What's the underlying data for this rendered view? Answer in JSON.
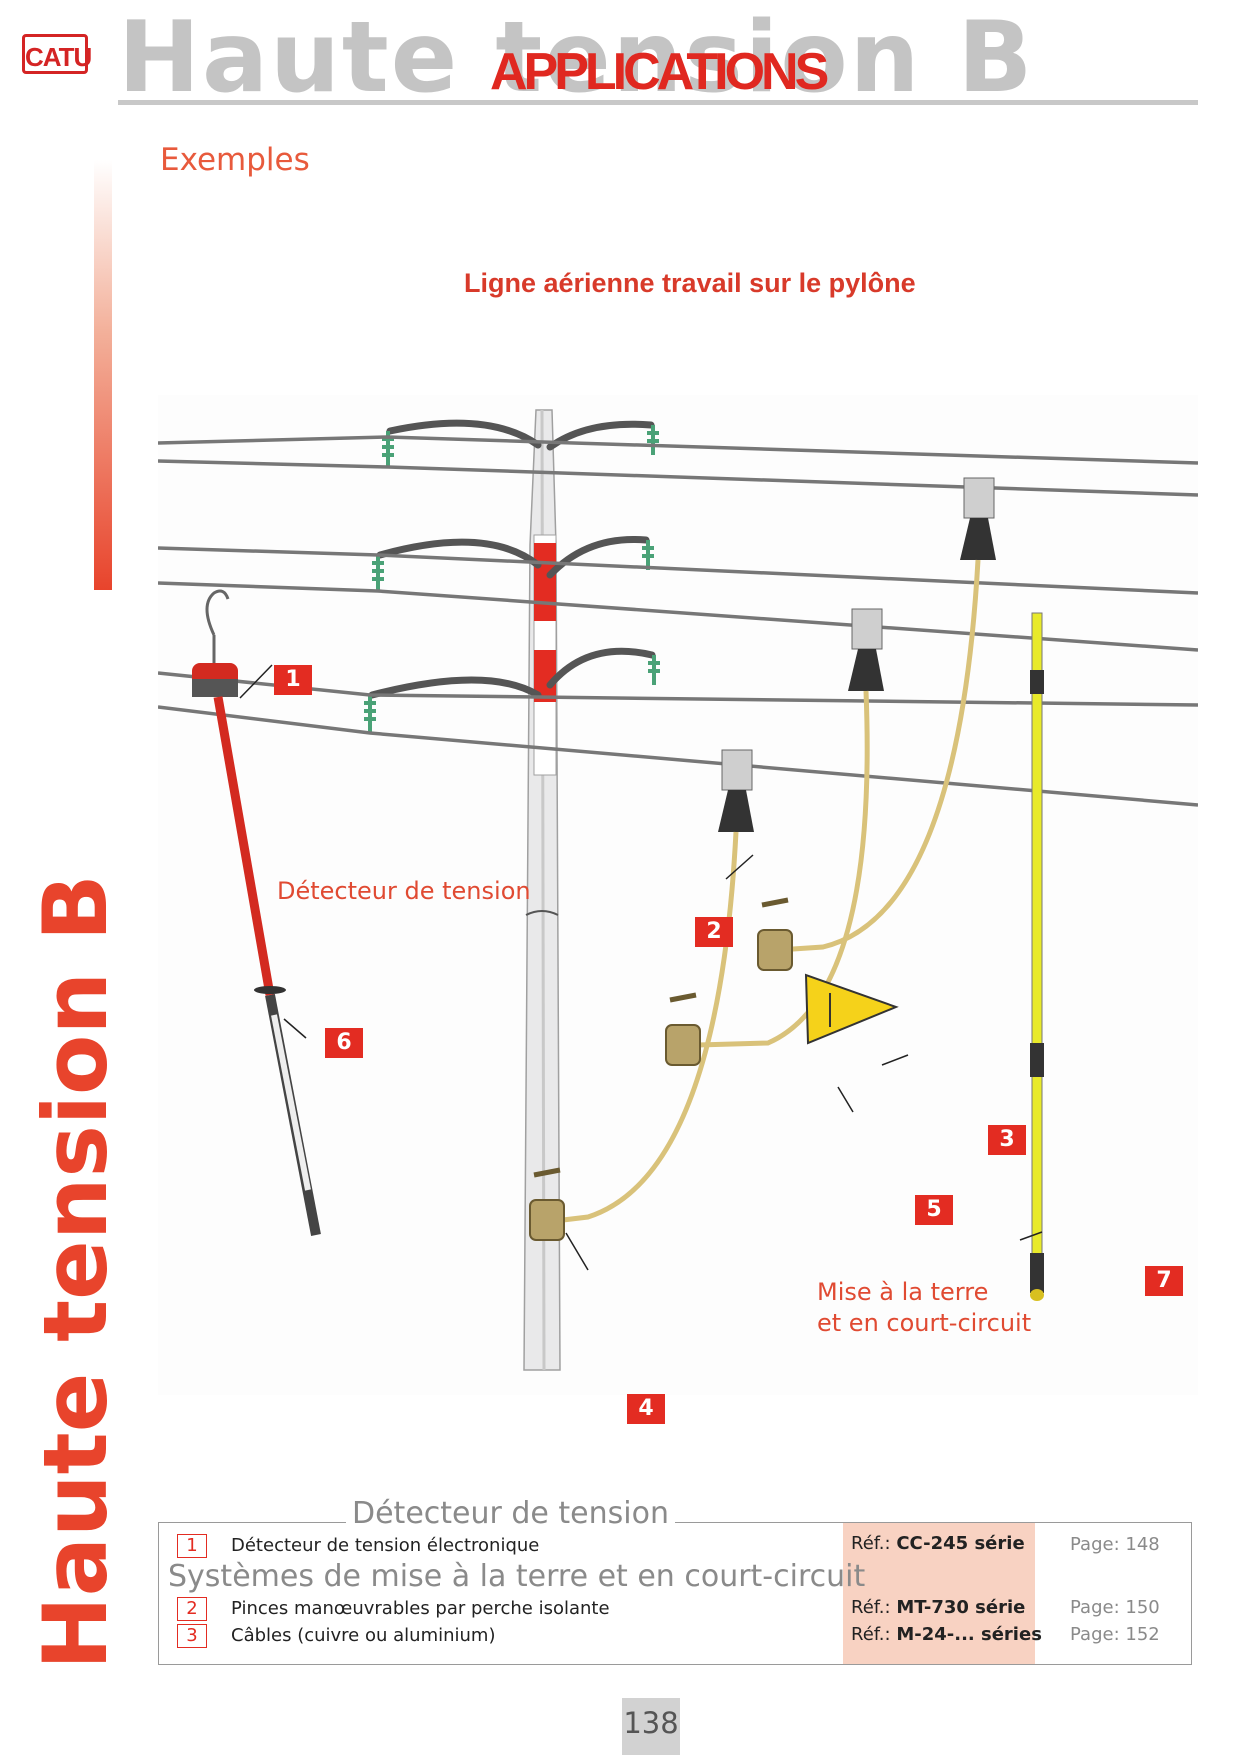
{
  "header": {
    "logo": "CATU",
    "background_title": "Haute tension B",
    "title": "APPLICATIONS"
  },
  "side_title": "Haute tension B",
  "section_title": "Exemples",
  "scene": {
    "title": "Ligne aérienne travail sur le pylône",
    "label_detector": "Détecteur de tension",
    "label_earthing_line1": "Mise à la terre",
    "label_earthing_line2": "et en court-circuit",
    "callouts": [
      "1",
      "2",
      "3",
      "4",
      "5",
      "6",
      "7"
    ]
  },
  "table": {
    "heading_detector": "Détecteur de tension",
    "heading_earthing": "Systèmes de mise à la terre et en court-circuit",
    "ref_prefix": "Réf.:",
    "page_prefix": "Page:",
    "rows": [
      {
        "num": "1",
        "desc": "Détecteur de tension électronique",
        "ref": "CC-245 série",
        "page": "148"
      },
      {
        "num": "2",
        "desc": "Pinces manœuvrables par perche isolante",
        "ref": "MT-730 série",
        "page": "150"
      },
      {
        "num": "3",
        "desc": "Câbles (cuivre ou aluminium)",
        "ref": "M-24-... séries",
        "page": "152"
      }
    ]
  },
  "page_number": "138",
  "colors": {
    "accent_red": "#e32c22",
    "grey": "#c4c4c4",
    "ref_column": "#f8d2c2"
  }
}
